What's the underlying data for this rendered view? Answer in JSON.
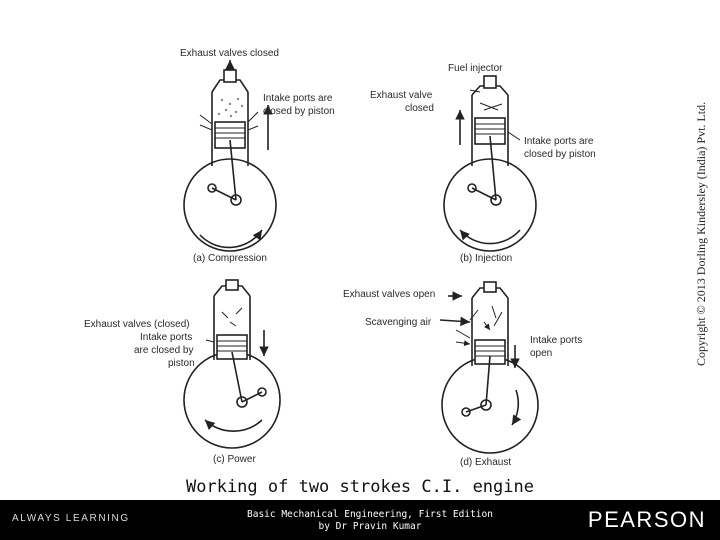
{
  "figure": {
    "panels": [
      {
        "caption": "(a) Compression",
        "labels": [
          "Exhaust valves closed",
          "Intake ports are",
          "closed by piston"
        ]
      },
      {
        "caption": "(b) Injection",
        "labels": [
          "Fuel injector",
          "Exhaust valve",
          "closed",
          "Intake ports are",
          "closed by piston"
        ]
      },
      {
        "caption": "(c) Power",
        "labels": [
          "Exhaust valves (closed)",
          "Intake ports",
          "are closed by",
          "piston"
        ]
      },
      {
        "caption": "(d) Exhaust",
        "labels": [
          "Exhaust valves open",
          "Scavenging air",
          "Intake ports",
          "open"
        ]
      }
    ]
  },
  "copyright": "Copyright © 2013 Dorling Kindersley (India) Pvt. Ltd.",
  "slide_title": "Working of two strokes C.I. engine",
  "footer": {
    "tagline": "ALWAYS LEARNING",
    "book_line1": "Basic Mechanical Engineering, First Edition",
    "book_line2": "by Dr Pravin Kumar",
    "publisher": "PEARSON"
  }
}
